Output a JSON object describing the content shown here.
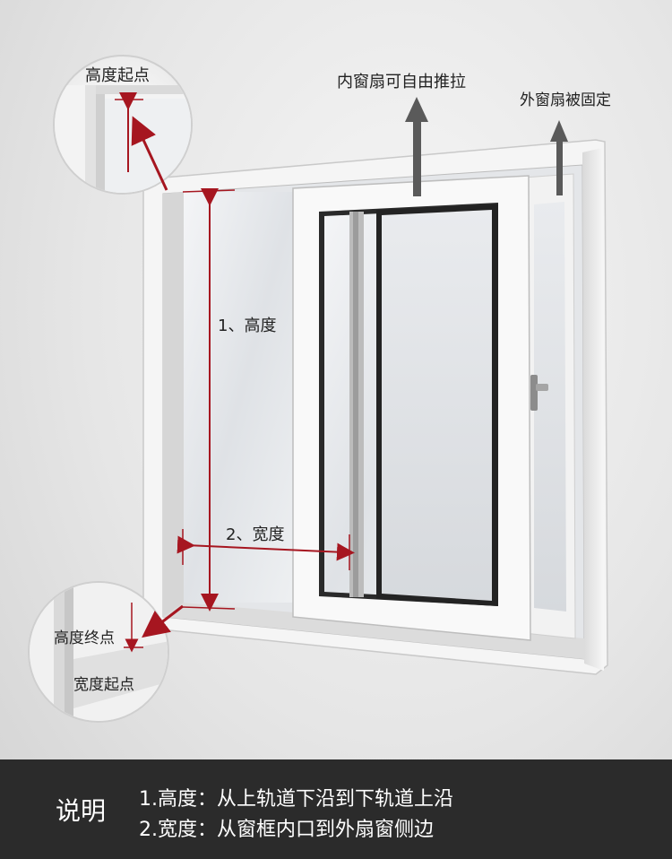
{
  "callouts": {
    "height_start": "高度起点",
    "inner_sash": "内窗扇可自由推拉",
    "outer_sash": "外窗扇被固定",
    "height_end": "高度终点",
    "width_start": "宽度起点"
  },
  "dimensions": {
    "height_label": "1、高度",
    "width_label": "2、宽度"
  },
  "footer": {
    "title": "说明",
    "line1": "1.高度：从上轨道下沿到下轨道上沿",
    "line2": "2.宽度：从窗框内口到外扇窗侧边"
  },
  "colors": {
    "measure": "#a61620",
    "arrow_gray": "#5a5a5a",
    "footer_bg": "#2b2b2b"
  }
}
